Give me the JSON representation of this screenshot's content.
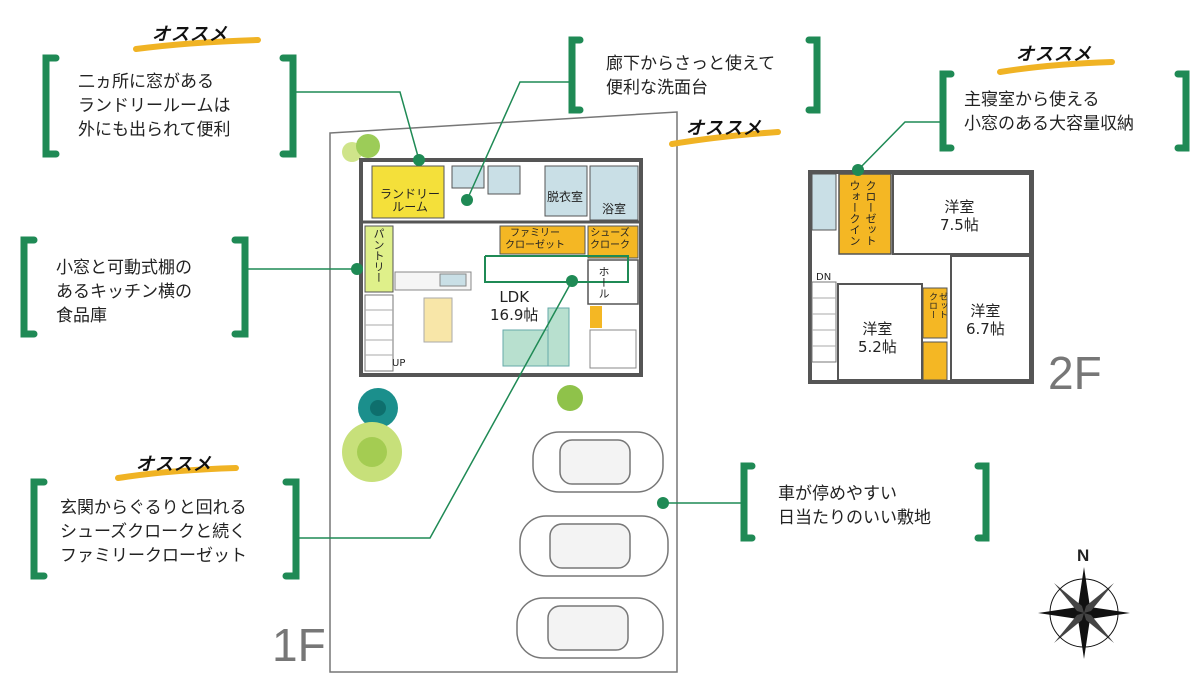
{
  "tags": [
    "オススメ",
    "オススメ",
    "オススメ",
    "オススメ"
  ],
  "callouts": {
    "laundry": [
      "二ヵ所に窓がある",
      "ランドリールームは",
      "外にも出られて便利"
    ],
    "washroom": [
      "廊下からさっと使えて",
      "便利な洗面台"
    ],
    "bedroom": [
      "主寝室から使える",
      "小窓のある大容量収納"
    ],
    "pantry": [
      "小窓と可動式棚の",
      "あるキッチン横の",
      "食品庫"
    ],
    "entrance": [
      "玄関からぐるりと回れる",
      "シューズクロークと続く",
      "ファミリークローゼット"
    ],
    "parking": [
      "車が停めやすい",
      "日当たりのいい敷地"
    ]
  },
  "floors": {
    "first": "1F",
    "second": "2F"
  },
  "rooms1f": {
    "laundry": [
      "ランドリー",
      "ルーム"
    ],
    "datsui": "脱衣室",
    "bath": "浴室",
    "pantry": "パントリー",
    "family_closet": [
      "ファミリー",
      "クローゼット"
    ],
    "shoes_cloak": [
      "シューズ",
      "クローク"
    ],
    "ldk": [
      "LDK",
      "16.9帖"
    ],
    "hall": "ホール",
    "up": "UP"
  },
  "rooms2f": {
    "walkin": [
      "ウォークイン",
      "クローゼット"
    ],
    "bed1": [
      "洋室",
      "7.5帖"
    ],
    "bed2": [
      "洋室",
      "6.7帖"
    ],
    "bed3": [
      "洋室",
      "5.2帖"
    ],
    "closet": [
      "クロー",
      "ゼット"
    ],
    "dn": "DN"
  },
  "compass": {
    "north": "N"
  },
  "colors": {
    "accent_green": "#1f8a55",
    "yellow": "#f4e03a",
    "lime": "#dff08a",
    "orange": "#f4b724",
    "blue": "#c9dfe6",
    "wall": "#555555"
  }
}
